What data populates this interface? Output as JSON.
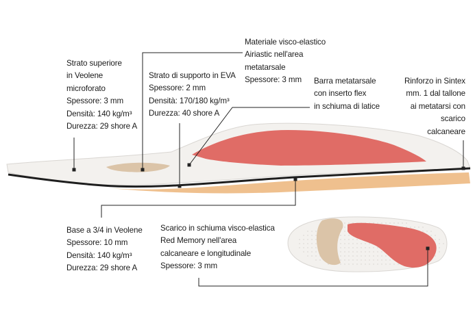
{
  "labels": {
    "strato_superiore": [
      "Strato superiore",
      "in Veolene",
      "microforato",
      "Spessore: 3 mm",
      "Densità: 140 kg/m³",
      "Durezza: 29 shore A"
    ],
    "materiale_visco": [
      "Materiale visco-elastico",
      "Airiastic nell'area",
      "metatarsale",
      "Spessore: 3 mm"
    ],
    "strato_supporto": [
      "Strato di supporto in EVA",
      "Spessore: 2 mm",
      "Densità: 170/180 kg/m³",
      "Durezza: 40 shore A"
    ],
    "barra_metatarsale": [
      "Barra metatarsale",
      "con inserto flex",
      "in schiuma di latice"
    ],
    "rinforzo_sintex": [
      "Rinforzo in Sintex",
      "mm. 1 dal tallone",
      "ai metatarsi con",
      "scarico",
      "calcaneare"
    ],
    "base": [
      "Base a 3/4 in Veolene",
      "Spessore: 10 mm",
      "Densità: 140 kg/m³",
      "Durezza: 29 shore A"
    ],
    "scarico": [
      "Scarico in schiuma visco-elastica",
      "Red Memory nell'area",
      "calcaneare e longitudinale",
      "Spessore: 3 mm"
    ]
  },
  "colors": {
    "surface": "#f3f1ee",
    "foam_red": "#e06c66",
    "cushion_beige": "#dbc4a8",
    "base_tan": "#efc08e",
    "leader_line": "#222222"
  }
}
